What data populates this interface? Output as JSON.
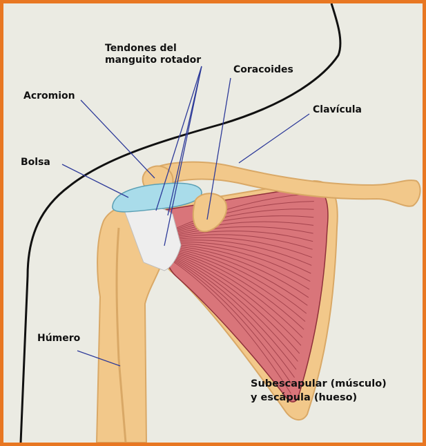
{
  "colors": {
    "frame": "#e87722",
    "background": "#ebebe3",
    "bone": "#f2c88a",
    "bone_shade": "#d9a866",
    "muscle": "#d9757a",
    "muscle_line": "#8e2f3a",
    "bursa": "#a9dcea",
    "tendon": "#eeeeee",
    "leader": "#2d3a99",
    "skin_outline": "#111111"
  },
  "labels": {
    "tendons_line1": "Tendones del",
    "tendons_line2": "manguito rotador",
    "coracoid": "Coracoides",
    "acromion": "Acromion",
    "clavicle": "Clavícula",
    "bursa": "Bolsa",
    "humerus": "Húmero",
    "subscap_line1": "Subescapular (músculo)",
    "subscap_line2": "y escápula (hueso)"
  }
}
